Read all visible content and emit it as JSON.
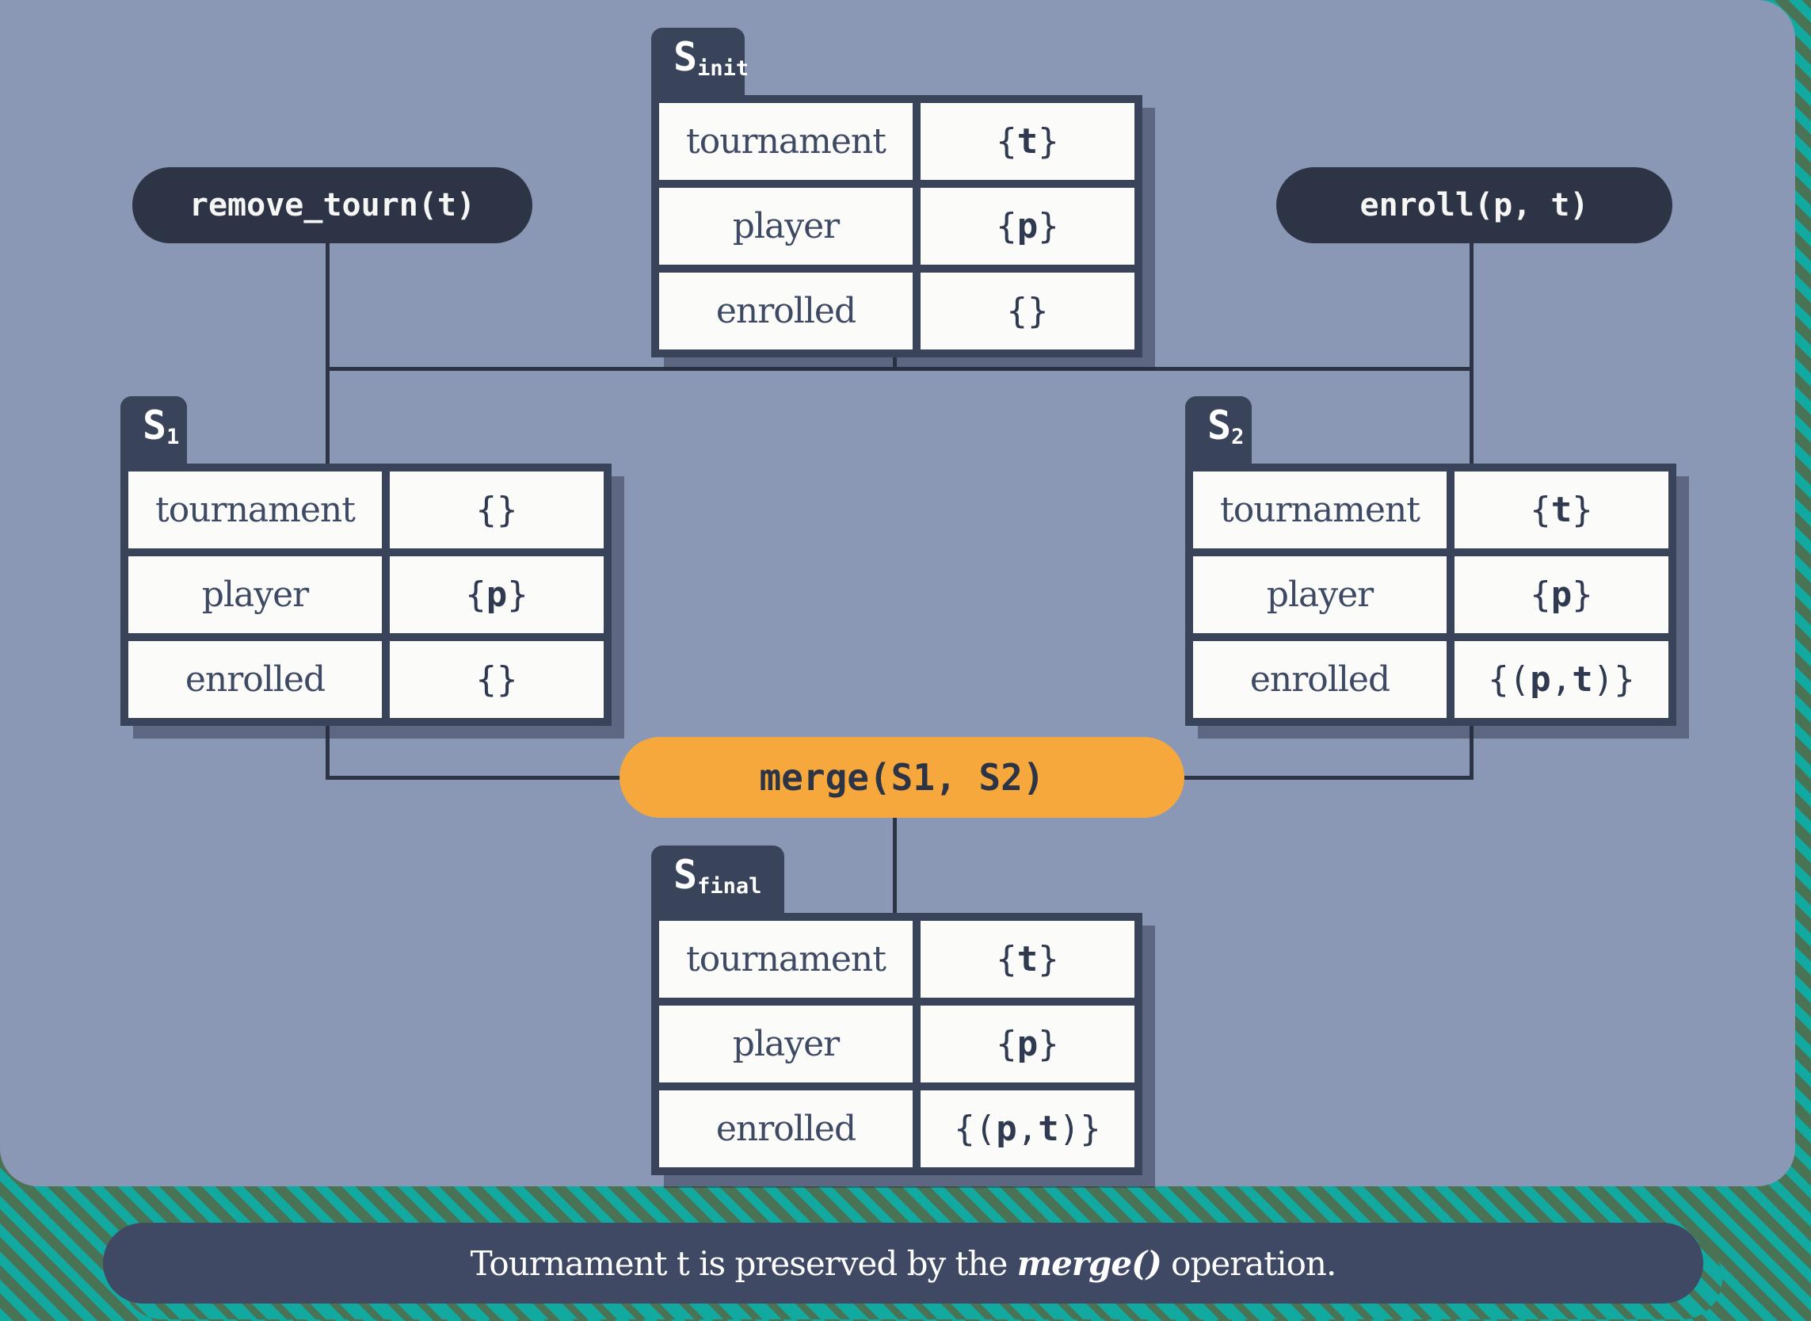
{
  "colors": {
    "panel_blue": "#8a98b5",
    "navy_dark": "#2d3445",
    "table_frame": "#39435a",
    "cell_white": "#fbfbf9",
    "accent_orange": "#f6a83c",
    "background_green": "#4a7355",
    "stripe_teal": "#12a9a0",
    "caption_navy": "#3f4963"
  },
  "pills": {
    "remove_tourn": {
      "label": "remove_tourn(t)"
    },
    "enroll": {
      "label": "enroll(p, t)"
    },
    "merge": {
      "label": "merge(S1, S2)"
    }
  },
  "tables": {
    "s_init": {
      "tab_base": "S",
      "tab_sub": "init",
      "rows": [
        {
          "label": "tournament",
          "value": "{t}"
        },
        {
          "label": "player",
          "value": "{p}"
        },
        {
          "label": "enrolled",
          "value": "{}"
        }
      ]
    },
    "s1": {
      "tab_base": "S",
      "tab_sub": "1",
      "rows": [
        {
          "label": "tournament",
          "value": "{}"
        },
        {
          "label": "player",
          "value": "{p}"
        },
        {
          "label": "enrolled",
          "value": "{}"
        }
      ]
    },
    "s2": {
      "tab_base": "S",
      "tab_sub": "2",
      "rows": [
        {
          "label": "tournament",
          "value": "{t}"
        },
        {
          "label": "player",
          "value": "{p}"
        },
        {
          "label": "enrolled",
          "value": "{(p, t)}"
        }
      ]
    },
    "s_final": {
      "tab_base": "S",
      "tab_sub": "final",
      "rows": [
        {
          "label": "tournament",
          "value": "{t}"
        },
        {
          "label": "player",
          "value": "{p}"
        },
        {
          "label": "enrolled",
          "value": "{(p, t)}"
        }
      ]
    }
  },
  "caption": {
    "prefix": "Tournament t is preserved by the ",
    "emphasis": "merge()",
    "suffix": " operation."
  }
}
